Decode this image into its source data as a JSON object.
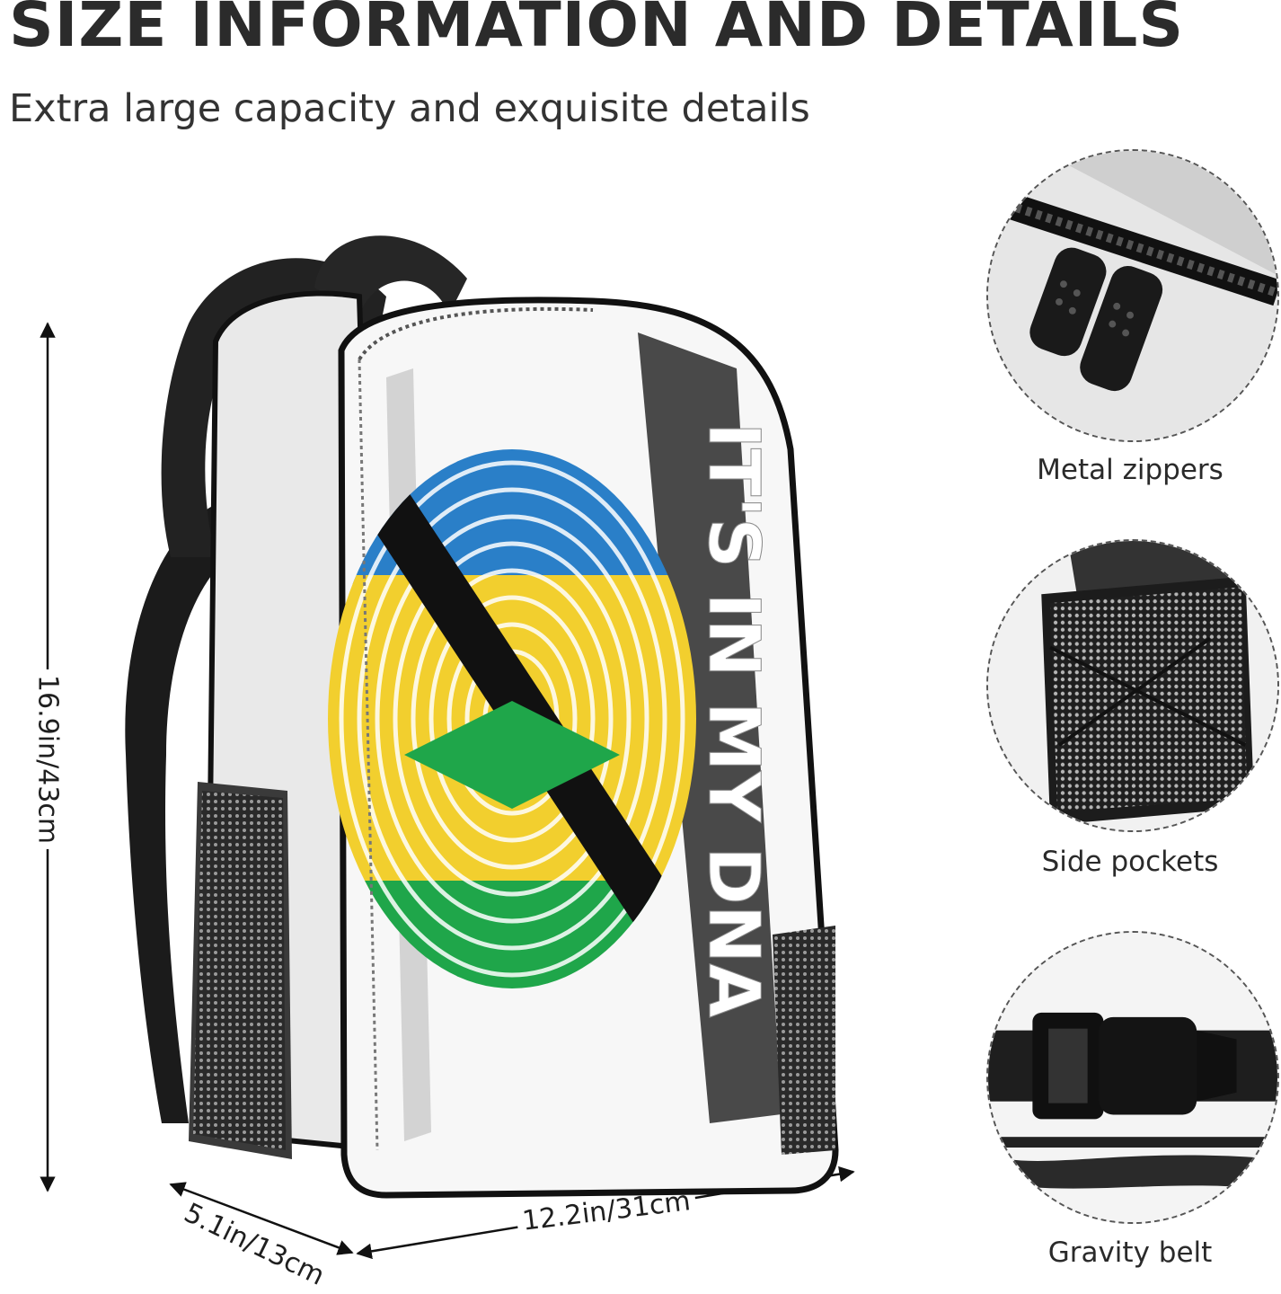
{
  "header": {
    "title": "SIZE INFORMATION AND DETAILS",
    "subtitle": "Extra large capacity and exquisite details"
  },
  "dimensions": {
    "height": "16.9in/43cm",
    "width": "12.2in/31cm",
    "depth": "5.1in/13cm"
  },
  "bag_print": {
    "text": "IT'S IN MY DNA",
    "colors": {
      "blue": "#2a7fc8",
      "yellow": "#f2cf2e",
      "green": "#1fa64a",
      "black": "#111111"
    }
  },
  "details": [
    {
      "caption": "Metal zippers",
      "icon": "zipper-detail"
    },
    {
      "caption": "Side pockets",
      "icon": "mesh-pocket-detail"
    },
    {
      "caption": "Gravity belt",
      "icon": "buckle-strap-detail"
    }
  ]
}
